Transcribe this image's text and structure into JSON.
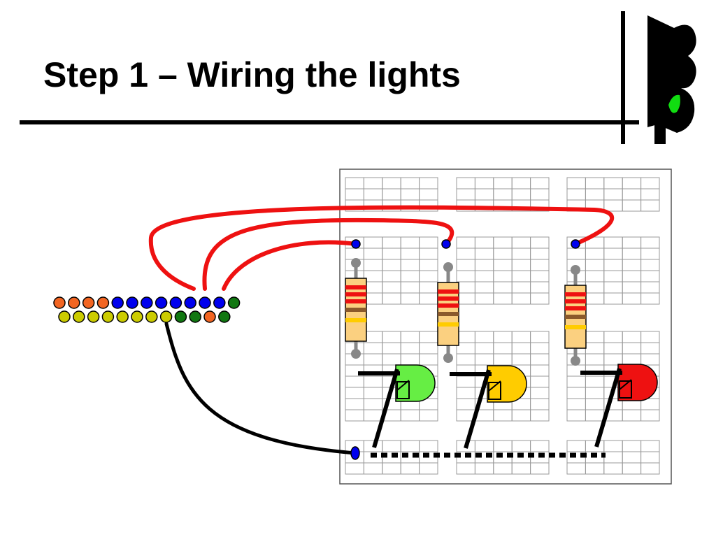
{
  "slide": {
    "title": "Step 1 – Wiring the lights"
  },
  "colors": {
    "wire_red": "#ee1111",
    "wire_black": "#000000",
    "pin_blue": "#0000ee",
    "pin_orange": "#f26522",
    "pin_yellow": "#cccc00",
    "pin_green": "#117711",
    "resistor_body": "#fbd080",
    "led_green": "#66ee44",
    "led_yellow": "#ffcc00",
    "led_red": "#ee1111",
    "traffic_light_green": "#11dd11"
  },
  "leds": [
    {
      "name": "green-led",
      "color": "#66ee44"
    },
    {
      "name": "yellow-led",
      "color": "#ffcc00"
    },
    {
      "name": "red-led",
      "color": "#ee1111"
    }
  ],
  "header_pins": {
    "top_row": [
      "orange",
      "orange",
      "orange",
      "orange",
      "blue",
      "blue",
      "blue",
      "blue",
      "blue",
      "blue",
      "blue",
      "blue",
      "green"
    ],
    "bottom_row": [
      "yellow",
      "yellow",
      "yellow",
      "yellow",
      "yellow",
      "yellow",
      "yellow",
      "yellow",
      "green",
      "green",
      "orange",
      "green"
    ]
  },
  "icons": {
    "traffic_light": "traffic-light-icon"
  }
}
